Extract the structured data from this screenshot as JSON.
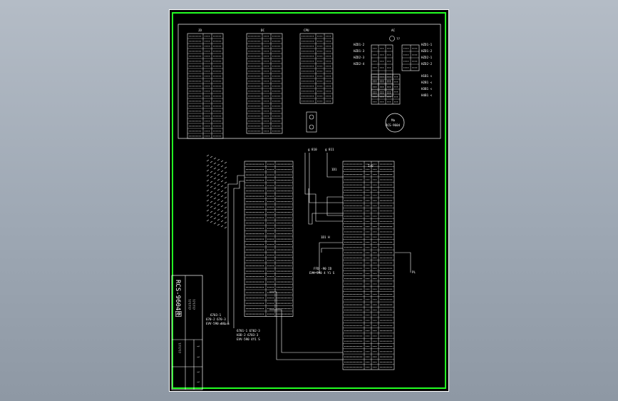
{
  "drawing": {
    "frame_color": "#23ff23",
    "line_color": "#ffffff",
    "background": "#000000"
  },
  "top_panel": {
    "group_labels": {
      "g1": "JD",
      "g2": "DC",
      "g3": "CPU",
      "g4": "AC"
    },
    "ac_block": {
      "left_labels": [
        "HZD1-2",
        "HZD1-3",
        "HZD2-3",
        "HZD2-4"
      ],
      "right_labels": [
        "HZD1-1",
        "HZD1-2",
        "HZD2-1",
        "HZD2-2"
      ],
      "right_labels_b": [
        "H1B1 <",
        "H2B1 <",
        "H3B1 <",
        "H4B1 <"
      ],
      "mark": "??"
    },
    "circle_label": "RCS-9604",
    "circle_sub": "Ma"
  },
  "center": {
    "signal_a": "g 810",
    "signal_b": "g 811",
    "box_header": "I/O",
    "label_1d": "1D1",
    "label_hd": "1D1 H",
    "label_ffd": "FFD -90 ID",
    "label_evv": "EVV-590 4 Y1 S",
    "side_label": "PL"
  },
  "left_block": {
    "label_a": "6703-1",
    "label_b": "670-2  670-3",
    "label_c": "EVV-590 4Y1 S",
    "label_d": "6701-1 6702-3",
    "label_e": "H3D-2 6703-3",
    "label_f": "EVV-590 4Y1 S"
  },
  "title_block": {
    "title": "RCS-9604图",
    "rows": [
      "?",
      "?",
      "?",
      "?"
    ],
    "glyph_rows": [
      "??????",
      "??????",
      "??????"
    ]
  }
}
